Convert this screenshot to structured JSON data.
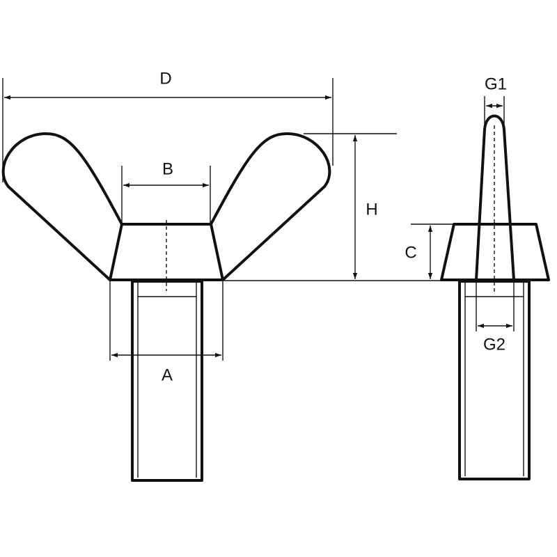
{
  "labels": {
    "D": "D",
    "B": "B",
    "H": "H",
    "A": "A",
    "C": "C",
    "G1": "G1",
    "G2": "G2"
  },
  "colors": {
    "line": "#111111",
    "background": "#ffffff"
  }
}
